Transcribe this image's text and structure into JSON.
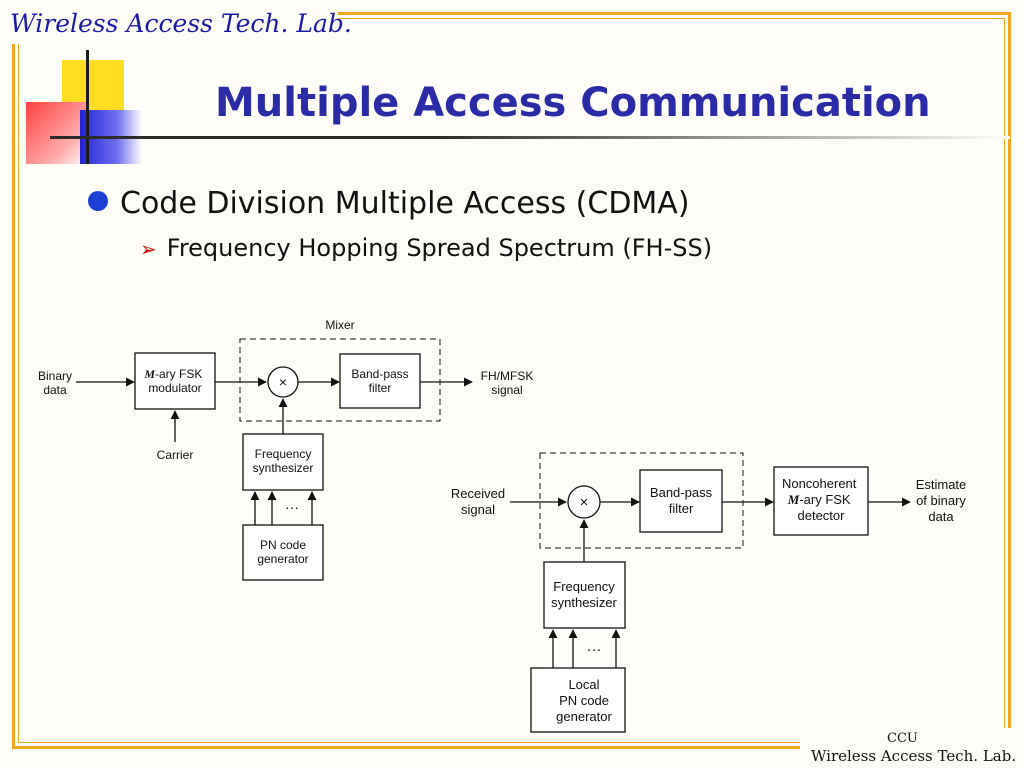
{
  "header": {
    "lab": "Wireless Access Tech. Lab."
  },
  "slide": {
    "title": "Multiple Access Communication",
    "bullet1": "Code Division Multiple Access (CDMA)",
    "bullet2": "Frequency Hopping Spread Spectrum (FH-SS)"
  },
  "transmitter": {
    "mixer_label": "Mixer",
    "input_1": "Binary",
    "input_2": "data",
    "modulator_1_italic": "M",
    "modulator_1_rest": "-ary FSK",
    "modulator_2": "modulator",
    "carrier": "Carrier",
    "multiply": "×",
    "filter_1": "Band-pass",
    "filter_2": "filter",
    "output_1": "FH/MFSK",
    "output_2": "signal",
    "synth_1": "Frequency",
    "synth_2": "synthesizer",
    "dots": "···",
    "pn_1": "PN code",
    "pn_2": "generator"
  },
  "receiver": {
    "input_1": "Received",
    "input_2": "signal",
    "multiply": "×",
    "filter_1": "Band-pass",
    "filter_2": "filter",
    "detector_1": "Noncoherent",
    "detector_2_italic": "M",
    "detector_2_rest": "-ary FSK",
    "detector_3": "detector",
    "output_1": "Estimate",
    "output_2": "of binary",
    "output_3": "data",
    "synth_1": "Frequency",
    "synth_2": "synthesizer",
    "dots": "···",
    "pn_1": "Local",
    "pn_2": "PN code",
    "pn_3": "generator"
  },
  "footer": {
    "line1": "CCU",
    "line2": "Wireless Access Tech. Lab."
  }
}
